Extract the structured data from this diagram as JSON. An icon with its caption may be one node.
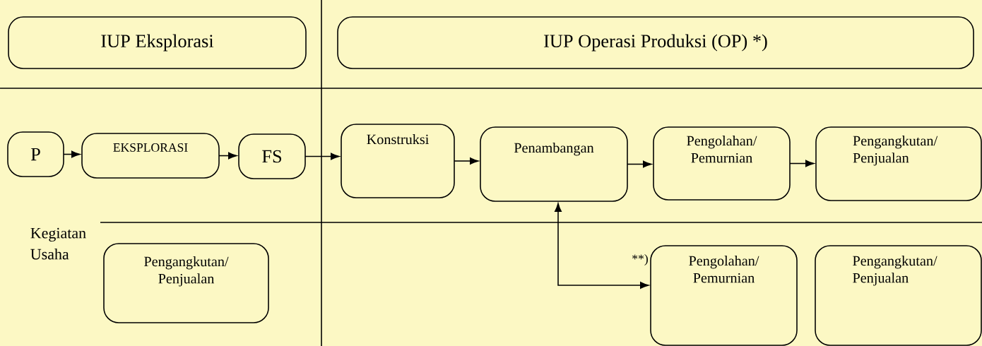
{
  "diagram": {
    "nodes": [
      {
        "text": [
          "IUP Eksplorasi"
        ]
      },
      {
        "text": [
          "IUP Operasi Produksi (OP) *)"
        ]
      },
      {
        "text": [
          "P"
        ]
      },
      {
        "text": [
          "EKSPLORASI"
        ]
      },
      {
        "text": [
          "FS"
        ]
      },
      {
        "text": [
          "Konstruksi"
        ]
      },
      {
        "text": [
          "Penambangan"
        ]
      },
      {
        "text": [
          "Pengolahan/ Pemurnian"
        ]
      },
      {
        "text": [
          "Pengangkutan/ Penjualan"
        ]
      },
      {
        "text": [
          "Pengangkutan/ Penjualan"
        ]
      },
      {
        "text": [
          "Pengolahan/ Pemurnian"
        ],
        "beside": [
          "**)"
        ]
      },
      {
        "text": [
          "Pengangkutan/ Penjualan"
        ]
      }
    ],
    "edges": [
      {
        "from": 2,
        "to": 3,
        "arrow": "to"
      },
      {
        "from": 3,
        "to": 4,
        "arrow": "to"
      },
      {
        "from": 4,
        "to": 5,
        "arrow": "to"
      },
      {
        "from": 5,
        "to": 6,
        "arrow": "to"
      },
      {
        "from": 6,
        "to": 7,
        "arrow": "to"
      },
      {
        "from": 7,
        "to": 8,
        "arrow": "to"
      },
      {
        "from": 6,
        "to": 10,
        "arrow": "both"
      }
    ],
    "labels": [
      "Kegiatan Usaha"
    ]
  }
}
